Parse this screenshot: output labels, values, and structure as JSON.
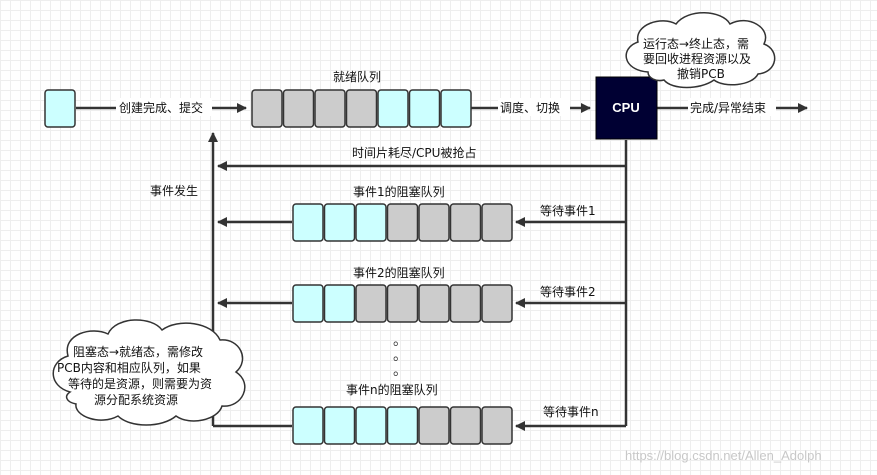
{
  "colors": {
    "cyan": "#ccffff",
    "gray": "#cccccc",
    "cpu": "#000033",
    "stroke": "#333333"
  },
  "nodes": {
    "new_label": "创建完成、提交",
    "ready_title": "就绪队列",
    "ready_cells": [
      "gray",
      "gray",
      "gray",
      "gray",
      "cyan",
      "cyan",
      "cyan"
    ],
    "schedule_label": "调度、切换",
    "cpu_label": "CPU",
    "finish_label": "完成/异常结束",
    "timeslice_label": "时间片耗尽/CPU被抢占",
    "event_label": "事件发生"
  },
  "blocked_queues": [
    {
      "title": "事件1的阻塞队列",
      "wait_label": "等待事件1",
      "cells": [
        "cyan",
        "cyan",
        "cyan",
        "gray",
        "gray",
        "gray",
        "gray"
      ]
    },
    {
      "title": "事件2的阻塞队列",
      "wait_label": "等待事件2",
      "cells": [
        "cyan",
        "cyan",
        "gray",
        "gray",
        "gray",
        "gray",
        "gray"
      ]
    },
    {
      "title": "事件n的阻塞队列",
      "wait_label": "等待事件n",
      "cells": [
        "cyan",
        "cyan",
        "cyan",
        "cyan",
        "gray",
        "gray",
        "gray"
      ]
    }
  ],
  "ellipsis": [
    "。",
    "。",
    "。"
  ],
  "clouds": {
    "terminate": [
      "运行态→终止态，需",
      "要回收进程资源以及",
      "撤销PCB"
    ],
    "block": [
      "阻塞态→就绪态，需修改",
      "PCB内容和相应队列，如果",
      "等待的是资源，则需要为资",
      "源分配系统资源"
    ]
  },
  "watermark": "https://blog.csdn.net/Allen_Adolph"
}
